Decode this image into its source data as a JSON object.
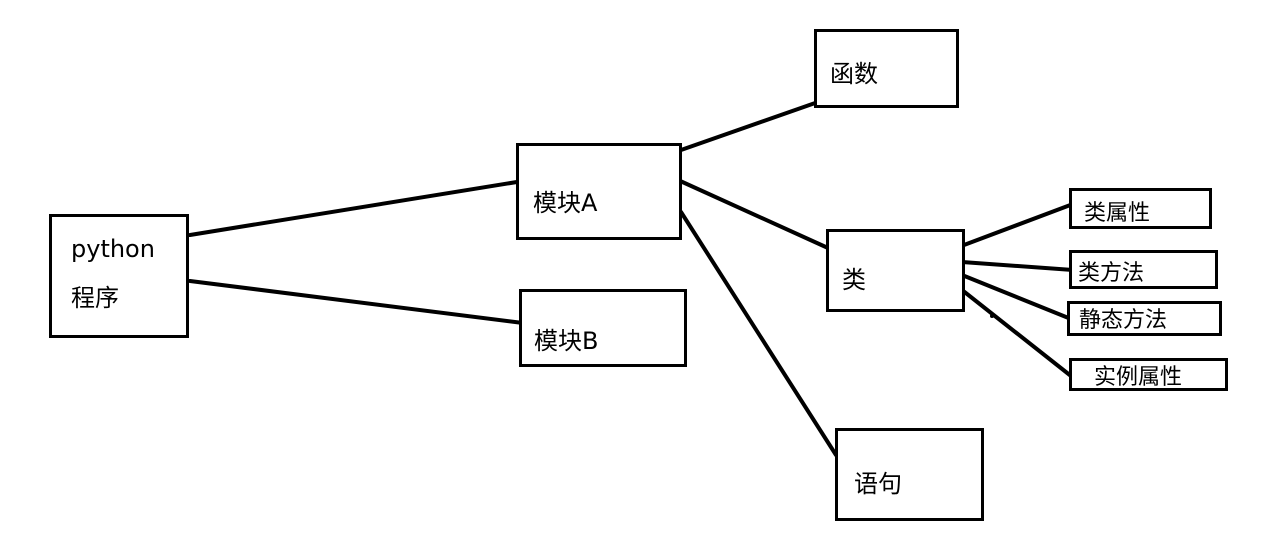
{
  "nodes": {
    "python": {
      "line1": "python",
      "line2": "程序"
    },
    "module_a": {
      "label": "模块A"
    },
    "module_b": {
      "label": "模块B"
    },
    "function": {
      "label": "函数"
    },
    "class": {
      "label": "类"
    },
    "statement": {
      "label": "语句"
    },
    "class_attr": {
      "label": "类属性"
    },
    "class_method": {
      "label": "类方法"
    },
    "static_method": {
      "label": "静态方法"
    },
    "instance_attr": {
      "label": "实例属性"
    }
  },
  "colors": {
    "stroke": "#000000",
    "background": "#ffffff"
  }
}
